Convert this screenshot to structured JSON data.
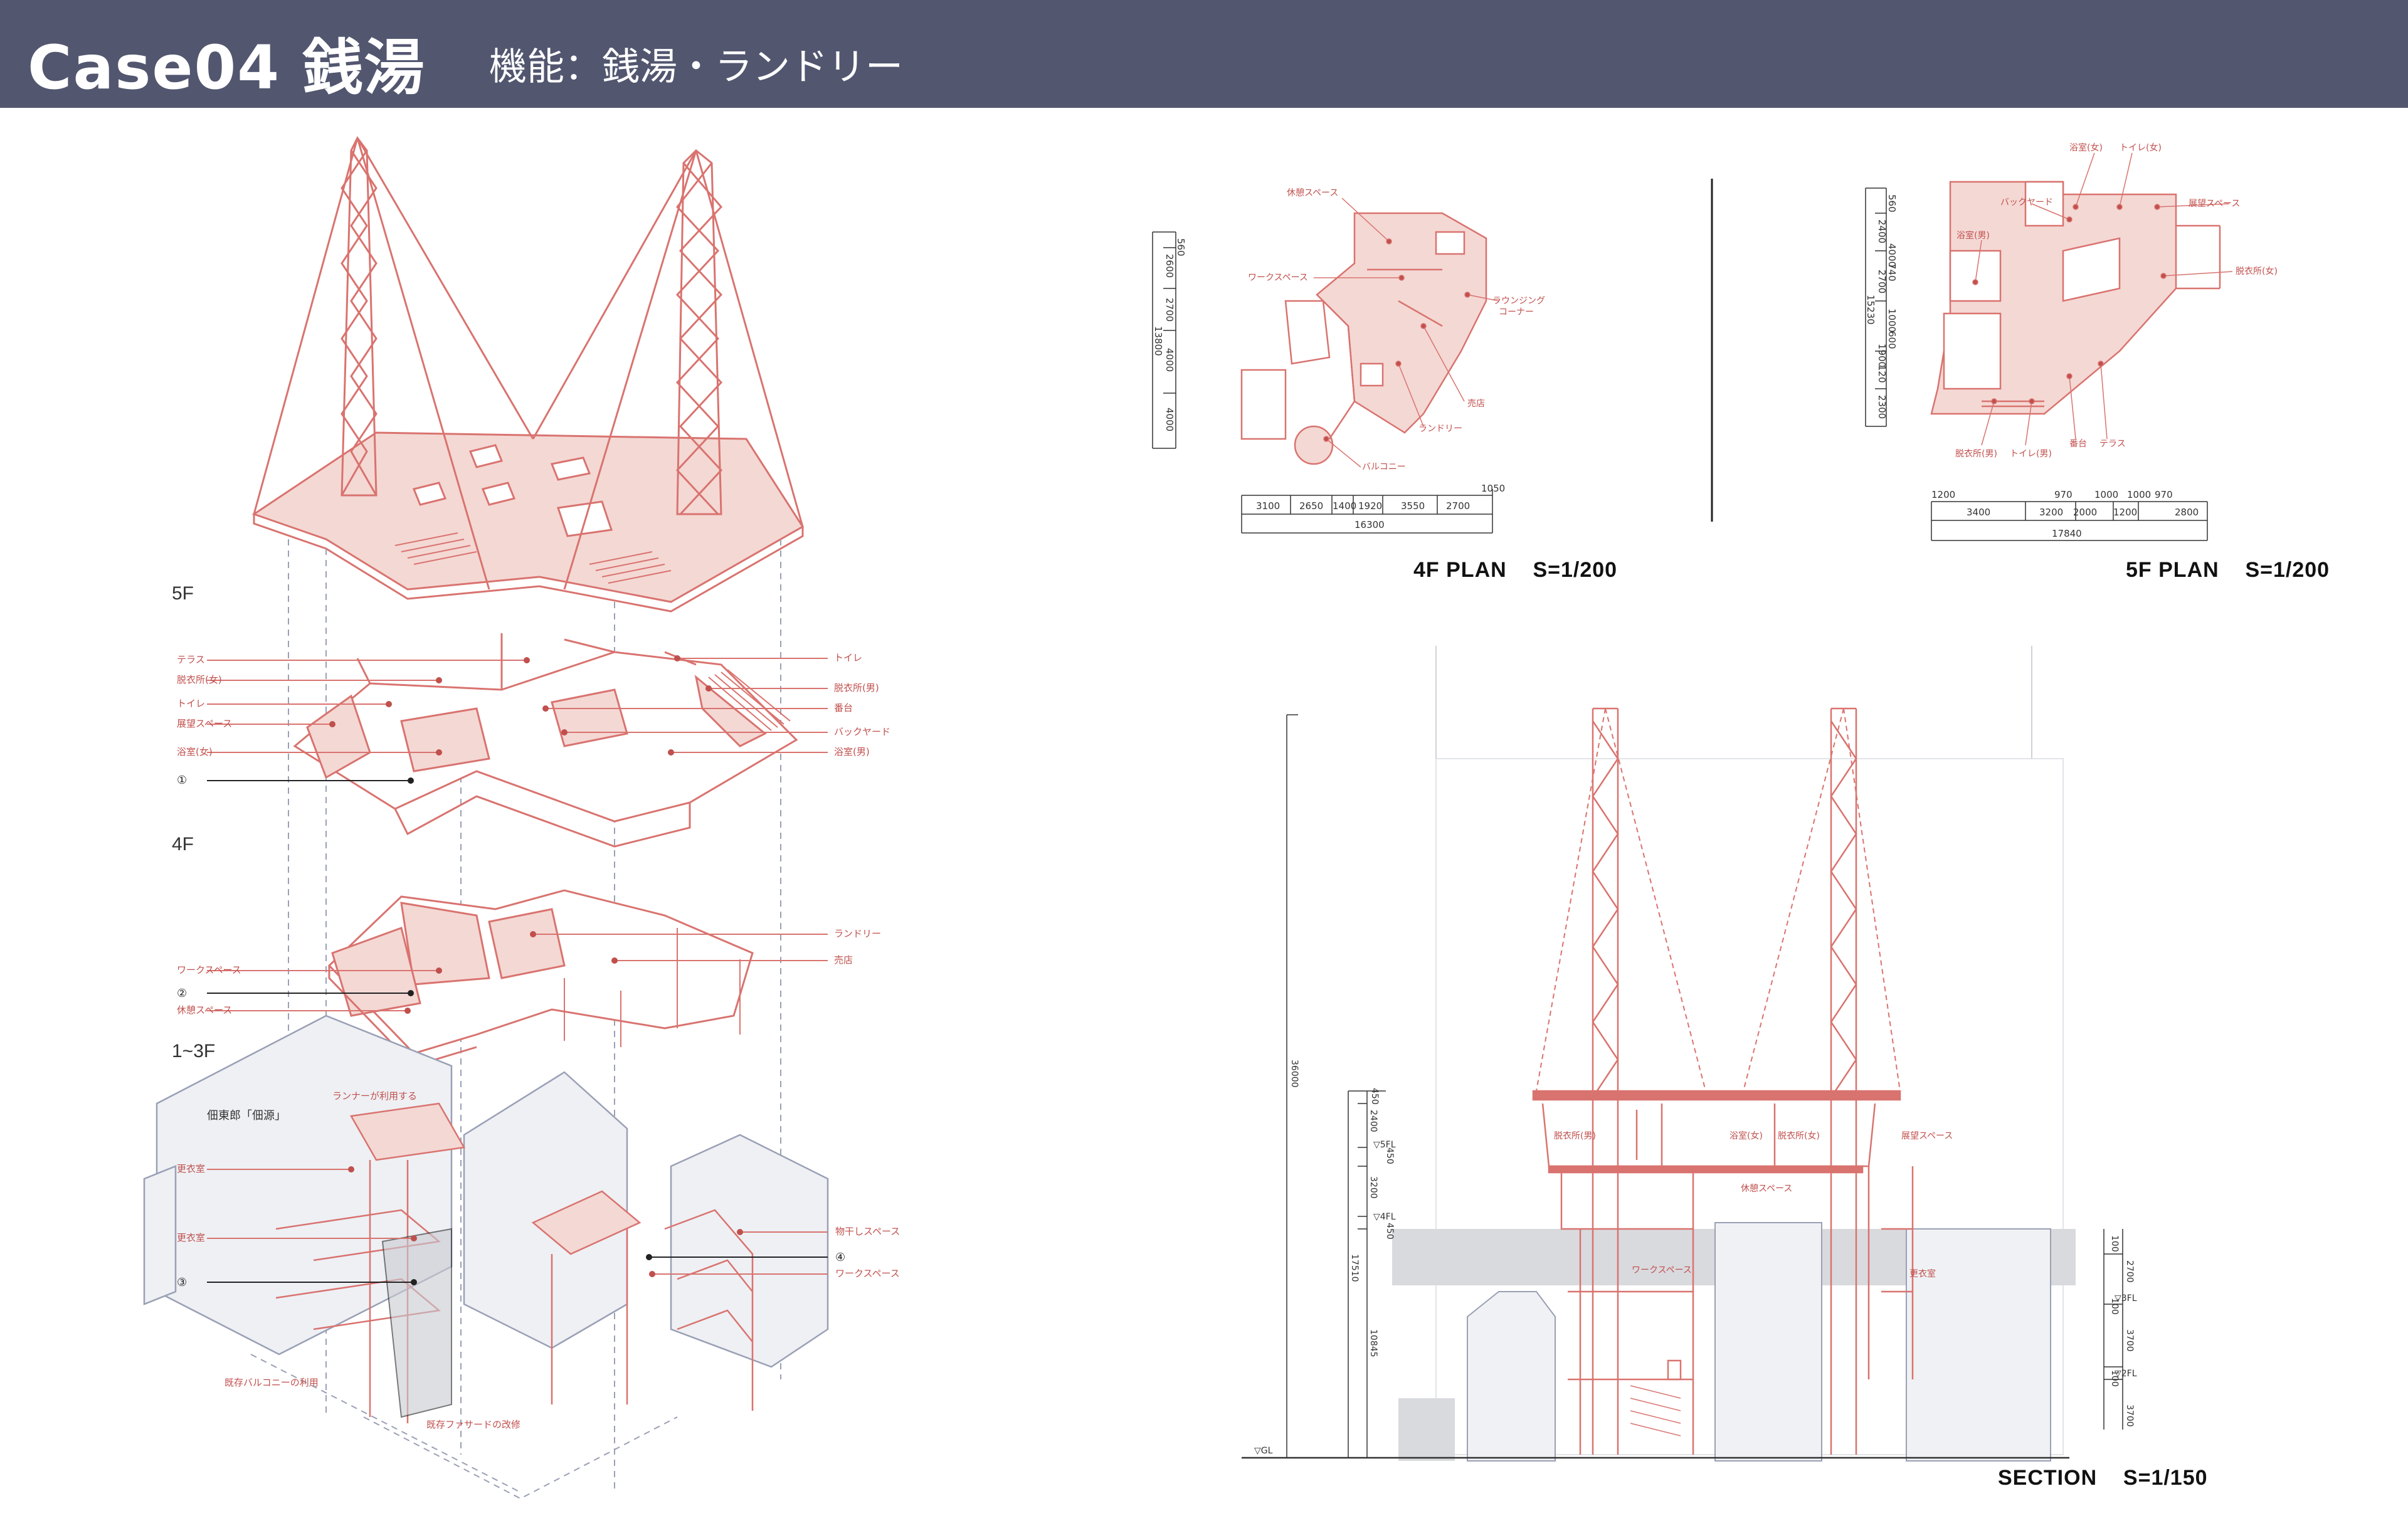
{
  "header": {
    "title": "Case04 銭湯",
    "subtitle": "機能：銭湯・ランドリー",
    "bg_color": "#52566f"
  },
  "colors": {
    "line": "#d9736f",
    "fill": "#f4d8d4",
    "dark": "#222222",
    "gray": "#b9bcc6"
  },
  "axon": {
    "floors": {
      "f5": "5F",
      "f4": "4F",
      "f13": "1~3F"
    },
    "labels_5f_left": [
      "テラス",
      "脱衣所(女)",
      "トイレ",
      "展望スペース",
      "浴室(女)",
      "①"
    ],
    "labels_5f_right": [
      "トイレ",
      "脱衣所(男)",
      "番台",
      "バックヤード",
      "浴室(男)"
    ],
    "labels_4f_left": [
      "ワークスペース",
      "②",
      "休憩スペース"
    ],
    "labels_4f_right": [
      "ランドリー",
      "売店"
    ],
    "labels_13f": {
      "runner": "ランナーが利用する",
      "tsukuda": "佃東郎「佃源」",
      "locker1": "更衣室",
      "locker2": "更衣室",
      "num3": "③",
      "balcony": "既存バルコニーの利用",
      "facade": "既存ファサードの改修",
      "drying": "物干しスペース",
      "num4": "④",
      "work": "ワークスペース"
    }
  },
  "plan4f": {
    "caption": "4F PLAN    S=1/200",
    "room_labels": [
      "休憩スペース",
      "ワークスペース",
      "ラウンジング",
      "コーナー",
      "売店",
      "ランドリー",
      "バルコニー"
    ],
    "dims_bottom": [
      "3100",
      "2650",
      "1400",
      "1920",
      "3550",
      "2700"
    ],
    "dim_top_right": "1050",
    "dim_total": "16300",
    "dims_left": [
      "560",
      "2600",
      "2700",
      "13800",
      "4000",
      "4000"
    ]
  },
  "plan5f": {
    "caption": "5F PLAN    S=1/200",
    "room_labels": [
      "浴室(女)",
      "トイレ(女)",
      "バックヤード",
      "展望スペース",
      "浴室(男)",
      "脱衣所(女)",
      "脱衣所(男)",
      "トイレ(男)",
      "番台",
      "テラス"
    ],
    "dims_top": [
      "1200",
      "970",
      "1000",
      "1000",
      "970"
    ],
    "dims_bottom": [
      "3400",
      "3200",
      "2000",
      "1200",
      "2800"
    ],
    "dim_total": "17840",
    "dims_left": [
      "560",
      "2400",
      "4000",
      "2700",
      "1000",
      "600",
      "1900",
      "120",
      "2300",
      "15230",
      "740"
    ]
  },
  "section": {
    "caption": "SECTION    S=1/150",
    "labels": [
      "脱衣所(男)",
      "浴室(女)",
      "脱衣所(女)",
      "展望スペース",
      "休憩スペース",
      "ワークスペース",
      "更衣室"
    ],
    "dims_left_outer": [
      "36000"
    ],
    "dims_left_inner": [
      "450",
      "2400",
      "450",
      "3200",
      "450",
      "17510",
      "10845"
    ],
    "levels_left": [
      "▽5FL",
      "▽4FL",
      "▽GL"
    ],
    "dims_right": [
      "100",
      "2700",
      "100",
      "3700",
      "100",
      "3700"
    ],
    "levels_right": [
      "▽3FL",
      "▽2FL"
    ]
  }
}
